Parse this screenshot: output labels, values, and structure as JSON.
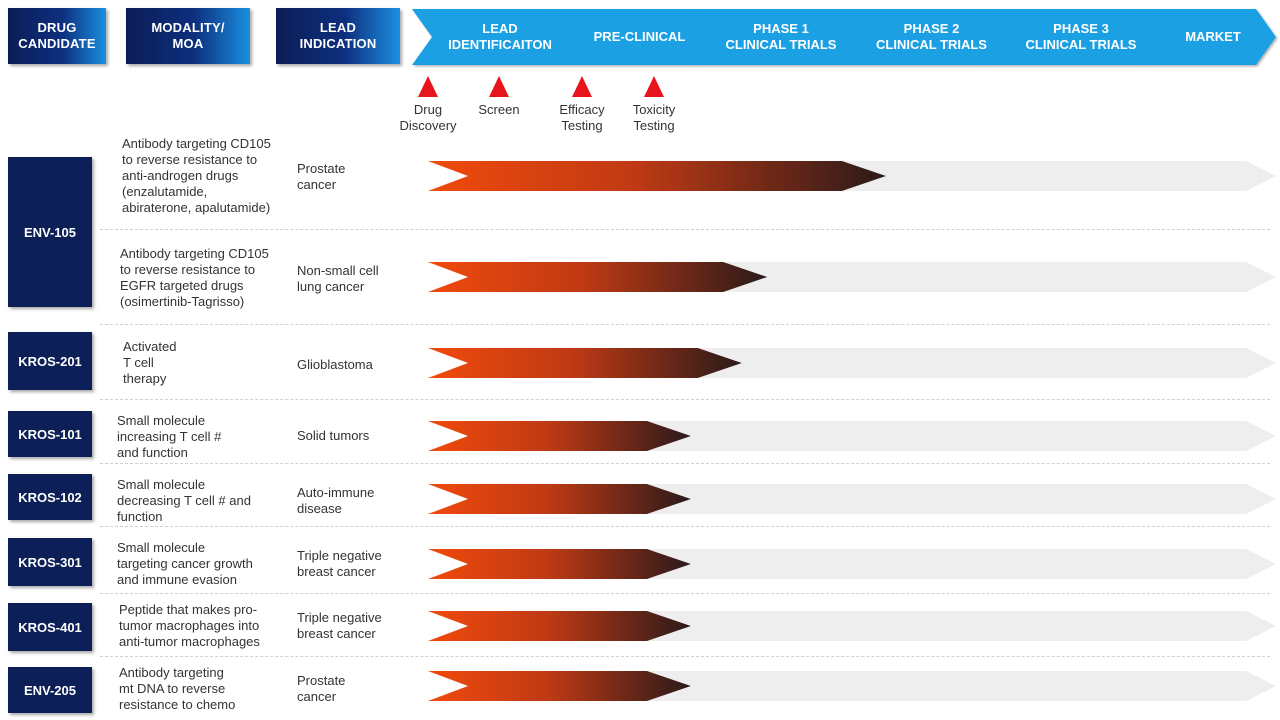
{
  "headers": {
    "drug_candidate": "DRUG\nCANDIDATE",
    "modality": "MODALITY/\nMOA",
    "lead_indication": "LEAD\nINDICATION"
  },
  "phases": [
    {
      "label": "LEAD\nIDENTIFICAITON"
    },
    {
      "label": "PRE-CLINICAL"
    },
    {
      "label": "PHASE 1\nCLINICAL TRIALS"
    },
    {
      "label": "PHASE 2\nCLINICAL TRIALS"
    },
    {
      "label": "PHASE 3\nCLINICAL TRIALS"
    },
    {
      "label": "MARKET"
    }
  ],
  "milestones": [
    {
      "label": "Drug\nDiscovery"
    },
    {
      "label": "Screen"
    },
    {
      "label": "Efficacy\nTesting"
    },
    {
      "label": "Toxicity\nTesting"
    }
  ],
  "colors": {
    "header_dark": "#0b1d56",
    "phase_blue": "#1aa0e4",
    "drug_box": "#0c1f57",
    "bar_start": "#f04a0c",
    "bar_end": "#2a1a1a",
    "track": "#eeeeee",
    "milestone": "#e8141c"
  },
  "drugs": [
    {
      "name": "ENV-105"
    },
    {
      "name": "KROS-201"
    },
    {
      "name": "KROS-101"
    },
    {
      "name": "KROS-102"
    },
    {
      "name": "KROS-301"
    },
    {
      "name": "KROS-401"
    },
    {
      "name": "ENV-205"
    }
  ],
  "programs": [
    {
      "drug": "ENV-105",
      "moa": "Antibody targeting CD105\nto reverse resistance to\nanti-androgen drugs\n(enzalutamide,\nabiraterone, apalutamide)",
      "indication": "Prostate\ncancer",
      "progress": 0.54
    },
    {
      "drug": "ENV-105",
      "moa": "Antibody targeting CD105\nto reverse resistance to\nEGFR targeted drugs\n(osimertinib-Tagrisso)",
      "indication": "Non-small cell\nlung cancer",
      "progress": 0.4
    },
    {
      "drug": "KROS-201",
      "moa": "Activated\nT cell\ntherapy",
      "indication": "Glioblastoma",
      "progress": 0.37
    },
    {
      "drug": "KROS-101",
      "moa": "Small molecule\nincreasing T cell #\nand function",
      "indication": "Solid tumors",
      "progress": 0.31
    },
    {
      "drug": "KROS-102",
      "moa": "Small molecule\ndecreasing T cell # and\nfunction",
      "indication": "Auto-immune\ndisease",
      "progress": 0.31
    },
    {
      "drug": "KROS-301",
      "moa": "Small molecule\ntargeting cancer growth\nand immune evasion",
      "indication": "Triple negative\nbreast cancer",
      "progress": 0.31
    },
    {
      "drug": "KROS-401",
      "moa": "Peptide that makes pro-\ntumor macrophages into\nanti-tumor macrophages",
      "indication": "Triple negative\nbreast cancer",
      "progress": 0.31
    },
    {
      "drug": "ENV-205",
      "moa": "Antibody targeting\nmt DNA to reverse\nresistance to chemo",
      "indication": "Prostate\ncancer",
      "progress": 0.31
    }
  ]
}
